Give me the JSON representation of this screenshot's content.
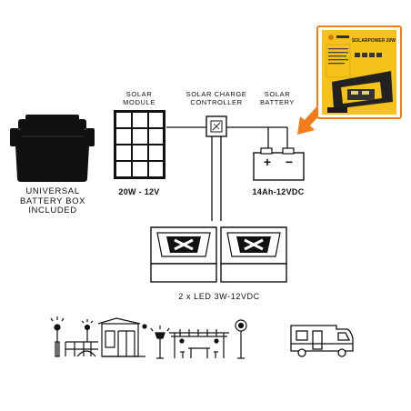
{
  "diagram": {
    "solar_module": {
      "label_line1": "SOLAR",
      "label_line2": "MODULE",
      "spec": "20W - 12V"
    },
    "controller": {
      "label_line1": "SOLAR CHARGE",
      "label_line2": "CONTROLLER"
    },
    "battery": {
      "label_line1": "SOLAR",
      "label_line2": "BATTERY",
      "spec": "14Ah-12VDC",
      "plus": "+",
      "minus": "−"
    },
    "battery_box": {
      "caption_line1": "UNIVERSAL",
      "caption_line2": "BATTERY BOX",
      "caption_line3": "INCLUDED"
    },
    "leds": {
      "caption": "2 x LED 3W-12VDC"
    },
    "product_box": {
      "title": "SOLARPOWER 20W"
    },
    "usage_icons": [
      "garden-house-icon",
      "street-lamp-icon",
      "pergola-icon",
      "camper-van-icon"
    ],
    "colors": {
      "line": "#111111",
      "orange_arrow": "#f07d1a",
      "product_yellow": "#f6c21a",
      "solar_panel": "#111111"
    }
  }
}
